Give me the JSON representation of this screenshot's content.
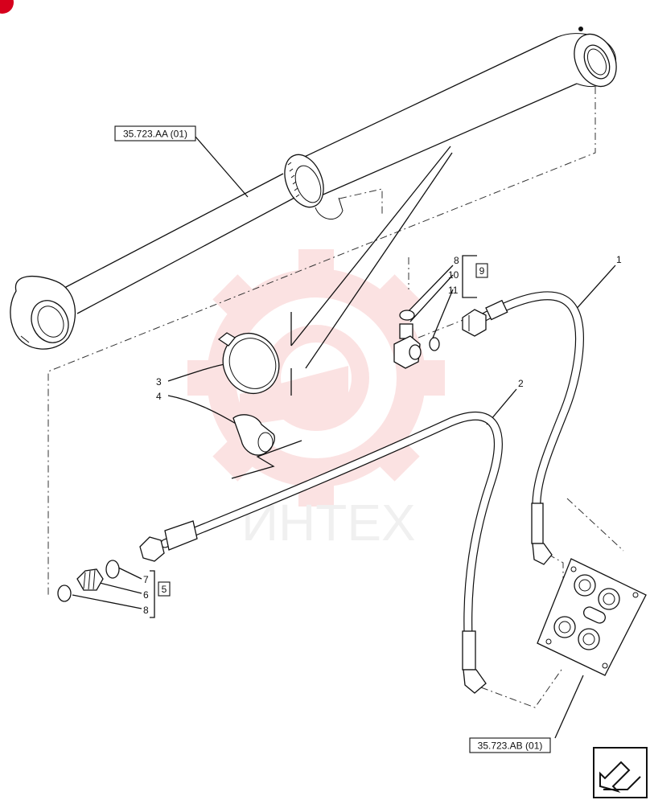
{
  "callouts": {
    "1": "1",
    "2": "2",
    "3": "3",
    "4": "4",
    "5": "5",
    "6": "6",
    "7": "7",
    "8a": "8",
    "8b": "8",
    "9": "9",
    "10": "10",
    "11": "11"
  },
  "references": {
    "cylinder": "35.723.AA (01)",
    "valve_block": "35.723.AB (01)"
  },
  "watermark": {
    "text": "ИНТЕХ",
    "color": "#f08080"
  },
  "colors": {
    "corner_marker": "#d6001c",
    "line": "#111111"
  },
  "nav_icon": "arrow-navigation-icon"
}
